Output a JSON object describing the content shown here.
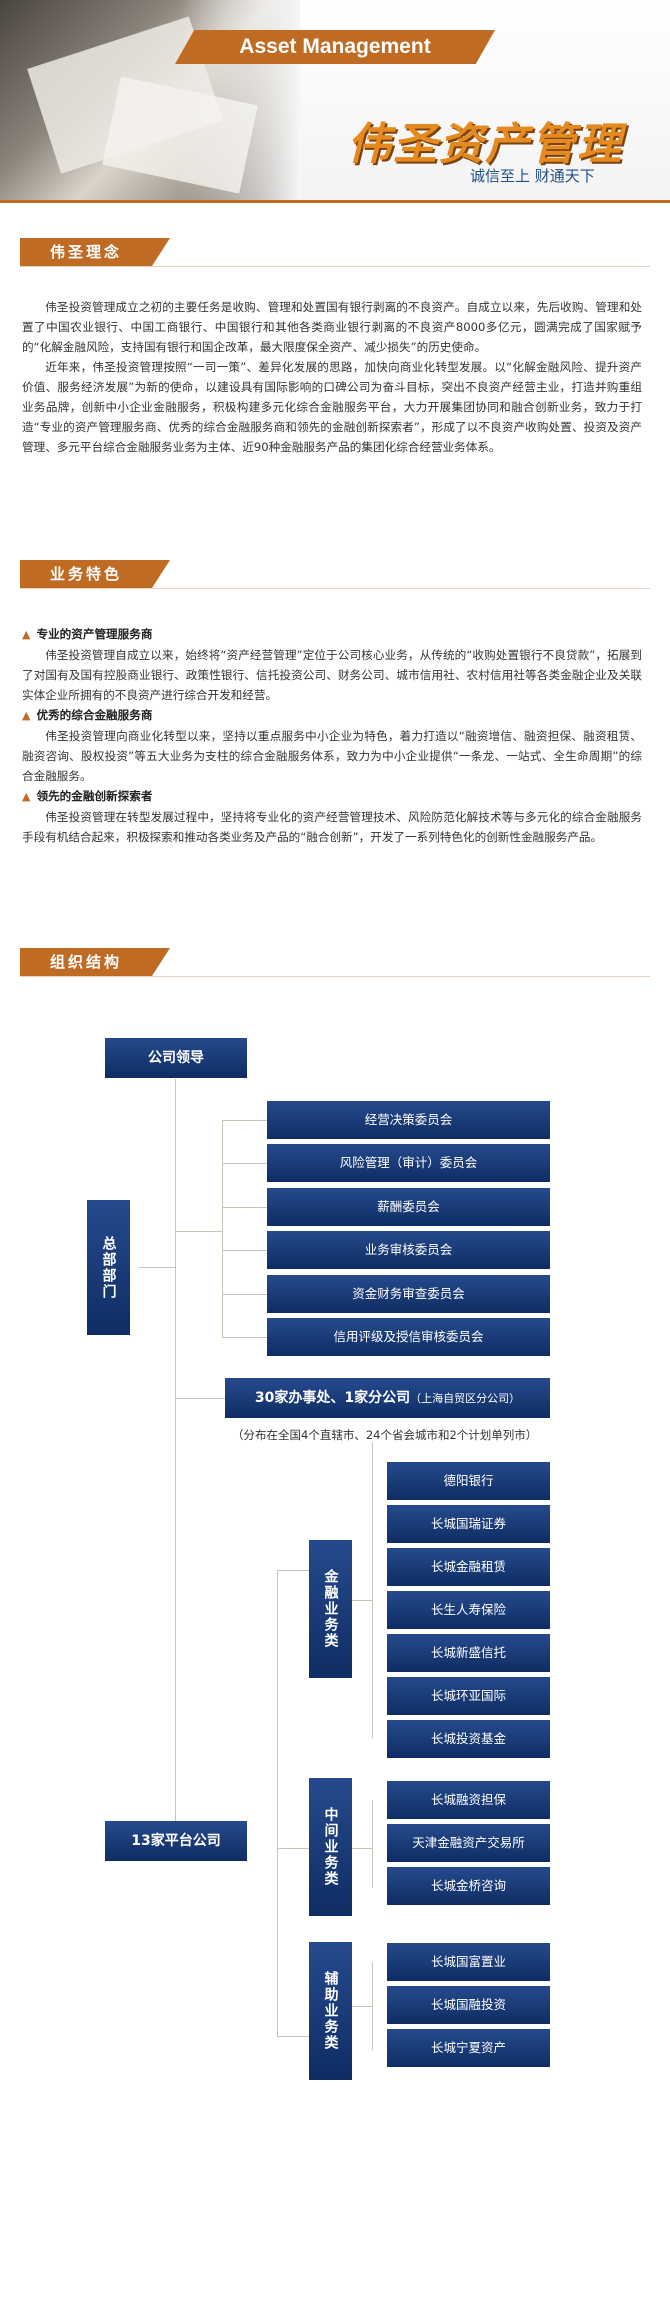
{
  "banner": {
    "title_en": "Asset Management",
    "brand_cn": "伟圣资产管理",
    "slogan": "诚信至上  财通天下"
  },
  "sections": {
    "philosophy": {
      "heading": "伟圣理念",
      "paragraphs": [
        "伟圣投资管理成立之初的主要任务是收购、管理和处置国有银行剥离的不良资产。自成立以来，先后收购、管理和处置了中国农业银行、中国工商银行、中国银行和其他各类商业银行剥离的不良资产8000多亿元，圆满完成了国家赋予的“化解金融风险，支持国有银行和国企改革，最大限度保全资产、减少损失”的历史使命。",
        "近年来，伟圣投资管理按照“一司一策”、差异化发展的思路，加快向商业化转型发展。以“化解金融风险、提升资产价值、服务经济发展”为新的使命，以建设具有国际影响的口碑公司为奋斗目标，突出不良资产经营主业，打造并购重组业务品牌，创新中小企业金融服务，积极构建多元化综合金融服务平台，大力开展集团协同和融合创新业务，致力于打造“专业的资产管理服务商、优秀的综合金融服务商和领先的金融创新探索者”，形成了以不良资产收购处置、投资及资产管理、多元平台综合金融服务业务为主体、近90种金融服务产品的集团化综合经营业务体系。"
      ]
    },
    "features": {
      "heading": "业务特色",
      "items": [
        {
          "title": "专业的资产管理服务商",
          "body": "伟圣投资管理自成立以来，始终将“资产经营管理”定位于公司核心业务，从传统的“收购处置银行不良贷款”，拓展到了对国有及国有控股商业银行、政策性银行、信托投资公司、财务公司、城市信用社、农村信用社等各类金融企业及关联实体企业所拥有的不良资产进行综合开发和经营。"
        },
        {
          "title": "优秀的综合金融服务商",
          "body": "伟圣投资管理向商业化转型以来，坚持以重点服务中小企业为特色，着力打造以“融资增信、融资担保、融资租赁、融资咨询、股权投资”等五大业务为支柱的综合金融服务体系，致力为中小企业提供“一条龙、一站式、全生命周期”的综合金融服务。"
        },
        {
          "title": "领先的金融创新探索者",
          "body": "伟圣投资管理在转型发展过程中，坚持将专业化的资产经营管理技术、风险防范化解技术等与多元化的综合金融服务手段有机结合起来，积极探索和推动各类业务及产品的“融合创新”，开发了一系列特色化的创新性金融服务产品。"
        }
      ]
    },
    "org": {
      "heading": "组织结构",
      "leadership": "公司领导",
      "hq": "总部部门",
      "committees": [
        "经营决策委员会",
        "风险管理（审计）委员会",
        "薪酬委员会",
        "业务审核委员会",
        "资金财务审查委员会",
        "信用评级及授信审核委员会"
      ],
      "offices_main": "30家办事处、1家分公司",
      "offices_sub": "（上海自贸区分公司）",
      "offices_note": "（分布在全国4个直辖市、24个省会城市和2个计划单列市）",
      "platform": "13家平台公司",
      "groups": [
        {
          "name": "金融业务类",
          "items": [
            "德阳银行",
            "长城国瑞证券",
            "长城金融租赁",
            "长生人寿保险",
            "长城新盛信托",
            "长城环亚国际",
            "长城投资基金"
          ]
        },
        {
          "name": "中间业务类",
          "items": [
            "长城融资担保",
            "天津金融资产交易所",
            "长城金桥咨询"
          ]
        },
        {
          "name": "辅助业务类",
          "items": [
            "长城国富置业",
            "长城国融投资",
            "长城宁夏资产"
          ]
        }
      ]
    }
  }
}
